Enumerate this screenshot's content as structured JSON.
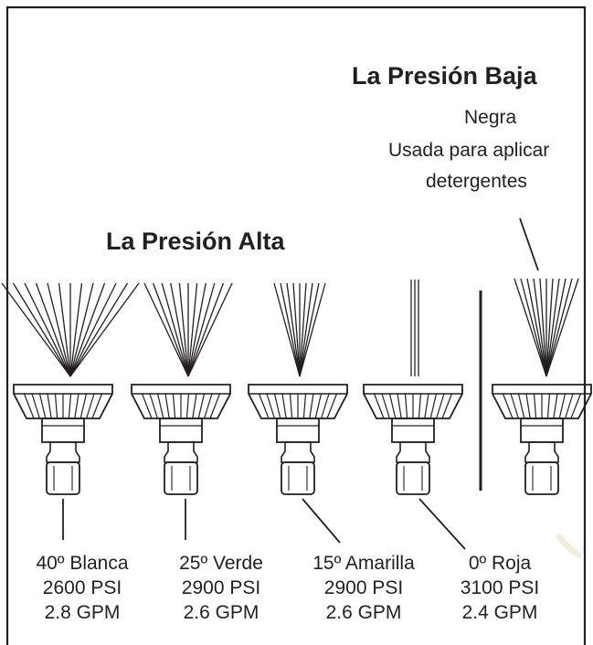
{
  "low_pressure": {
    "title": "La Presión Baja",
    "color_name": "Negra",
    "use_line1": "Usada para aplicar",
    "use_line2": "detergentes"
  },
  "high_pressure": {
    "title": "La Presión Alta"
  },
  "nozzles": [
    {
      "angle_color": "40º Blanca",
      "psi": "2600 PSI",
      "gpm": "2.8 GPM"
    },
    {
      "angle_color": "25º Verde",
      "psi": "2900 PSI",
      "gpm": "2.6 GPM"
    },
    {
      "angle_color": "15º Amarilla",
      "psi": "2900 PSI",
      "gpm": "2.6 GPM"
    },
    {
      "angle_color": "0º Roja",
      "psi": "3100 PSI",
      "gpm": "2.4 GPM"
    }
  ],
  "colors": {
    "ink": "#231f20",
    "background": "#ffffff"
  }
}
